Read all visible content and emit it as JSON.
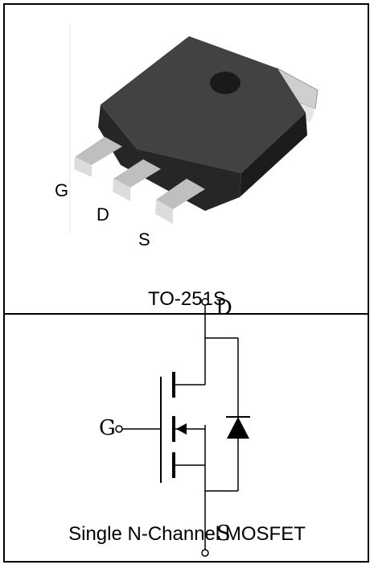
{
  "package": {
    "name": "TO-251S",
    "pins": [
      "G",
      "D",
      "S"
    ]
  },
  "schematic": {
    "title": "Single N-Channel  MOSFET",
    "terminals": {
      "drain": "D",
      "gate": "G",
      "source": "S"
    }
  },
  "colors": {
    "body_top": "#3e3e3e",
    "body_front": "#2a2a2a",
    "tab": "#c8c8c8",
    "lead": "#cfcfcf",
    "line": "#000000"
  }
}
